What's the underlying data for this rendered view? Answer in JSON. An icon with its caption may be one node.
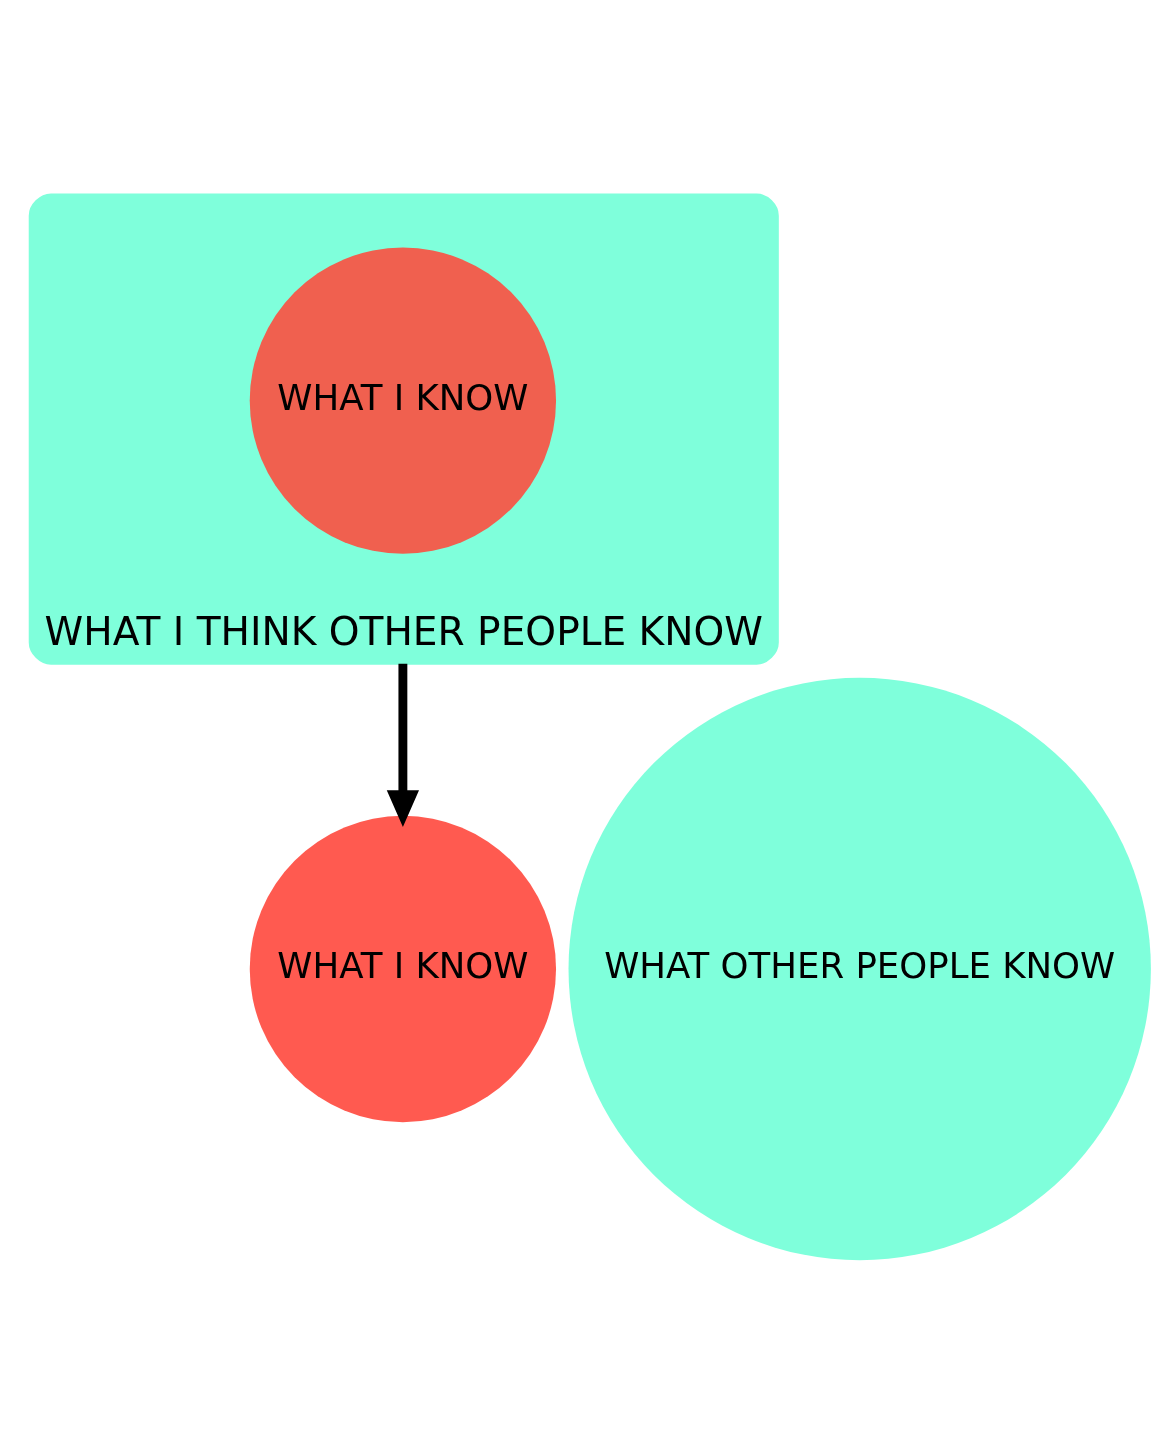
{
  "diagram": {
    "nodes": [
      {
        "text": [
          "WHAT I THINK OTHER PEOPLE KNOW"
        ]
      },
      {
        "text": [
          "WHAT I KNOW"
        ],
        "in": 0
      },
      {
        "text": [
          "WHAT I KNOW"
        ]
      },
      {
        "text": [
          "WHAT OTHER PEOPLE KNOW"
        ]
      }
    ],
    "edges": [
      {
        "from": 0,
        "to": 2,
        "arrow": "to"
      }
    ]
  }
}
